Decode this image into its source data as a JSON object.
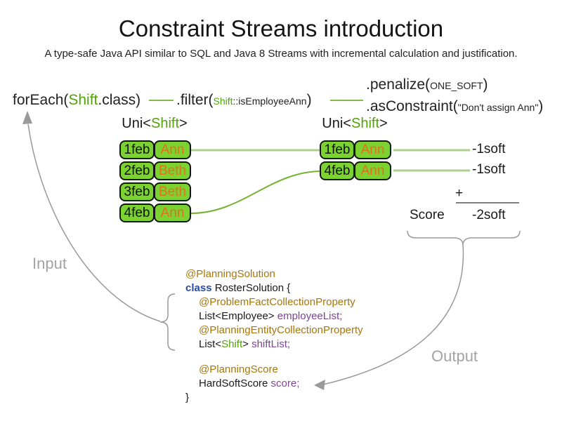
{
  "title": "Constraint Streams introduction",
  "subtitle": "A type-safe Java API similar to SQL and Java 8 Streams with incremental calculation and justification.",
  "pipeline": {
    "foreach": {
      "call": "forEach(",
      "class_arg": "Shift",
      "tail": ".class)"
    },
    "filter": {
      "call": ".filter(",
      "class_arg": "Shift",
      "method_ref": "::isEmployeeAnn",
      "close": ")"
    },
    "penalize": {
      "call": ".penalize(",
      "arg": "ONE_SOFT",
      "close": ")"
    },
    "as_constraint": {
      "call": ".asConstraint(",
      "arg": "\"Don't assign Ann\"",
      "close": ")"
    }
  },
  "streams": {
    "left": {
      "type_label": {
        "prefix": "Uni<",
        "param": "Shift",
        "suffix": ">"
      },
      "rows": [
        {
          "date": "1feb",
          "employee": "Ann"
        },
        {
          "date": "2feb",
          "employee": "Beth"
        },
        {
          "date": "3feb",
          "employee": "Beth"
        },
        {
          "date": "4feb",
          "employee": "Ann"
        }
      ]
    },
    "right": {
      "type_label": {
        "prefix": "Uni<",
        "param": "Shift",
        "suffix": ">"
      },
      "rows": [
        {
          "date": "1feb",
          "employee": "Ann"
        },
        {
          "date": "4feb",
          "employee": "Ann"
        }
      ]
    }
  },
  "penalties": [
    "-1soft",
    "-1soft"
  ],
  "score_panel": {
    "plus": "+",
    "label": "Score",
    "value": "-2soft"
  },
  "flow_labels": {
    "input": "Input",
    "output": "Output"
  },
  "code": {
    "lines": [
      {
        "annotation": "@PlanningSolution"
      },
      {
        "keyword": "class",
        "plain": " RosterSolution {"
      },
      {
        "annotation": "@ProblemFactCollectionProperty"
      },
      {
        "plain": "List<Employee> ",
        "field": "employeeList;"
      },
      {
        "annotation": "@PlanningEntityCollectionProperty"
      },
      {
        "plain": "List<",
        "type": "Shift",
        "plain2": "> ",
        "field": "shiftList;"
      },
      {
        "annotation": "@PlanningScore"
      },
      {
        "plain": "HardSoftScore ",
        "field": "score;"
      },
      {
        "plain": "}"
      }
    ]
  },
  "colors": {
    "shift_green": "#52A30A",
    "cell_fill_green": "#7BD231",
    "employee_orange": "#E2711D",
    "annotation_gold": "#A6760B",
    "keyword_blue": "#2B4BA5",
    "field_purple": "#7D4595",
    "connector_pale_green": "#ACCF8E",
    "connector_green": "#74B331",
    "muted_gray": "#999999"
  }
}
